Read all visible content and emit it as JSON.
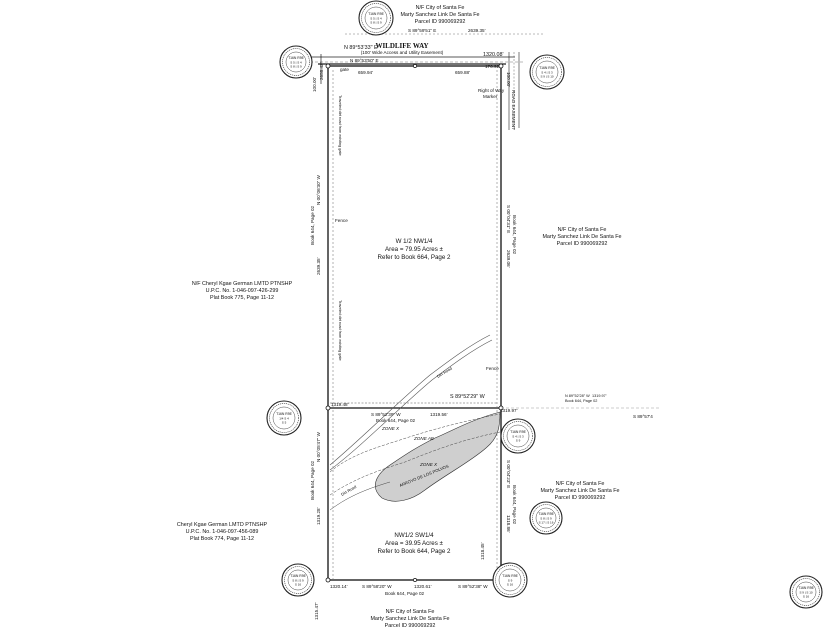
{
  "road": {
    "name": "WILDLIFE WAY",
    "subtitle": "(100' Wide Access and Utility Easement)",
    "bearing_top": "N 89°53'33\" E",
    "distance_top": "1320.08'",
    "bearing_inner": "N 89°53'50\" E",
    "dist_left_half": "659.94'",
    "dist_right_half": "659.88'",
    "dist_corner_right": "176.92'",
    "gate_label": "gate",
    "right_of_way": [
      "Right of Way",
      "Marker"
    ],
    "left_width": "100.00'",
    "left_dist": "2658.42'",
    "right_width": "100.00'",
    "road_right_label": "ROAD EASEMENT"
  },
  "top_owner": {
    "lines": [
      "N/F City of Santa Fe",
      "Marty Sanchez Link De Santa Fe",
      "Parcel ID 990069292"
    ],
    "bearing": "S 89°59'51\" E",
    "distance": "2639.35'"
  },
  "left_owner_upper": {
    "lines": [
      "N/F Cheryl Kgae German LMTD PTNSHP",
      "U.P.C. No. 1-046-097-426-299",
      "Plat Book 775, Page 11-12"
    ]
  },
  "left_owner_lower": {
    "lines": [
      "Cheryl Kgae German LMTD PTNSHP",
      "U.P.C. No. 1-046-097-456-089",
      "Plat Book 774, Page 11-12"
    ]
  },
  "right_owner_upper": {
    "lines": [
      "N/F City of Santa Fe",
      "Marty Sanchez Link De Santa Fe",
      "Parcel ID 990069292"
    ]
  },
  "right_owner_lower": {
    "lines": [
      "N/F City of Santa Fe",
      "Marty Sanchez Link De Santa Fe",
      "Parcel ID 990069292"
    ]
  },
  "bottom_owner": {
    "lines": [
      "N/F City of Santa Fe",
      "Marty Sanchez Link De Santa Fe",
      "Parcel ID 990069292"
    ]
  },
  "tract_north": {
    "lines": [
      "W 1/2 NW1/4",
      "Area = 79.95 Acres ±",
      "Refer to Book 664, Page 2"
    ]
  },
  "tract_south": {
    "lines": [
      "NW1/2 SW1/4",
      "Area = 39.95 Acres ±",
      "Refer to Book 644, Page 2"
    ]
  },
  "mid_line": {
    "bearing": "S 89°52'29\" W",
    "left_dist": "1319.48'",
    "right_dist": "1319.97'",
    "bearing_inner": "S 89°52'39\" W",
    "book": "Book 644, Page 02",
    "inner_dist": "1319.56'",
    "right_note_bearing": "N 89°52'28\" W",
    "right_note_book": "Book 644, Page 02",
    "right_note_dist": "1319.97'",
    "far_right_bearing": "S 89°57'4"
  },
  "bottom_line": {
    "bearing_left": "S 89°58'20\" W",
    "bearing_right": "S 89°52'38\" W",
    "left_dist": "1320.14'",
    "mid_dist": "1320.61'",
    "book": "Book 644, Page 02",
    "right_side_dist": "1318.45'",
    "left_side_dist": "1315.47'"
  },
  "side_labels": {
    "left_upper": [
      "N 00°06'30\" W",
      "Book 644, Page 02",
      "2639.35'"
    ],
    "right_upper": [
      "S 00°04'31\" E",
      "Book 644, Page 02",
      "2639.06'"
    ],
    "left_lower": [
      "N 00°05'47\" W",
      "Book 644, Page 02",
      "1319.28'"
    ],
    "right_lower": [
      "S 00°04'23\" E",
      "Book 644, Page 02",
      "1318.86'"
    ],
    "fence_left": "Fence",
    "fence_right": "Fence",
    "fence_note_left": "Traveled dirt road from existing gate",
    "fence_note_mid": "Traveled dirt road from existing gate"
  },
  "zones": {
    "zone_x_upper": "ZONE X",
    "zone_ae": "ZONE AE",
    "zone_x_lower": "ZONE X",
    "arroyo": "ARROYO DE LOS POLVOS",
    "dirt_road": "Dirt Road",
    "road_mid": "Dirt Road"
  },
  "seals": [
    {
      "title": "T16N R9E",
      "sub": "S 5 | S 4",
      "sub2": "S 8 | S 9"
    },
    {
      "title": "T16N R9E",
      "sub": "S 5 | S 4",
      "sub2": "S 8 | S 9"
    },
    {
      "title": "T16N R9E",
      "sub": "S 4 | S 3",
      "sub2": "S 9 | S 10"
    },
    {
      "title": "T16N R9E",
      "sub": "1/4 S 4",
      "sub2": "S 5"
    },
    {
      "title": "T16N R9E",
      "sub": "S 4 | S 3",
      "sub2": "S 9"
    },
    {
      "title": "T16N R9E",
      "sub": "S 8 | S 9",
      "sub2": "S 17 | S 16"
    },
    {
      "title": "T16N R9E",
      "sub": "S 8 | S 9",
      "sub2": "S 16"
    },
    {
      "title": "T16N R9E",
      "sub": "S 9",
      "sub2": "S 16"
    },
    {
      "title": "T16N R9E",
      "sub": "S 9 | S 10",
      "sub2": "S 16"
    }
  ]
}
